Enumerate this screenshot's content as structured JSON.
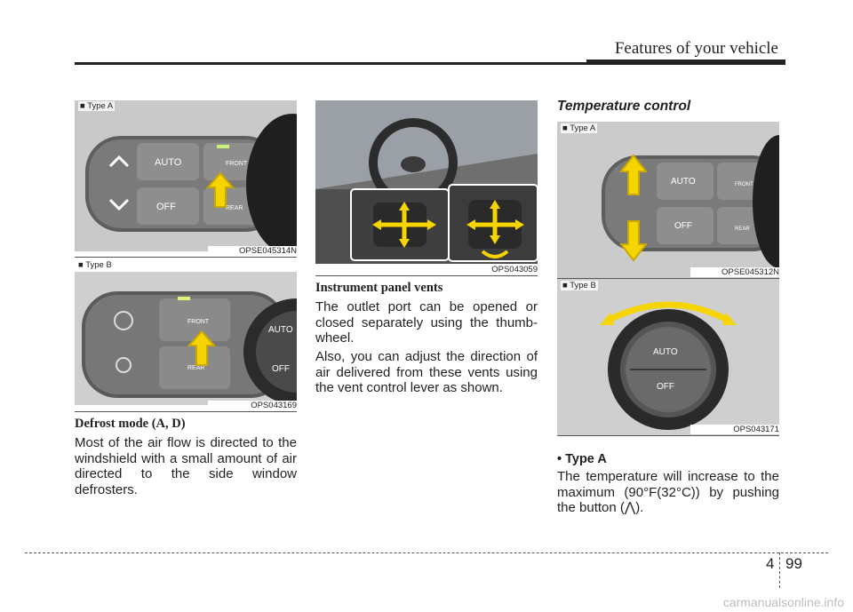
{
  "header": {
    "title": "Features of your vehicle"
  },
  "left": {
    "fig_a": {
      "tag": "■ Type A",
      "code": "OPSE045314N"
    },
    "fig_b": {
      "tag": "■ Type B",
      "code": "OPS043169"
    },
    "heading": "Defrost mode (A, D)",
    "text": "Most of the air flow is directed to the windshield with a small amount of air directed to the side window defrosters."
  },
  "middle": {
    "fig": {
      "code": "OPS043059"
    },
    "heading": "Instrument panel vents",
    "para1": "The outlet port can be opened or closed separately using the thumb-wheel.",
    "para2": "Also, you can adjust the direction of air delivered from these vents using the vent control lever as shown."
  },
  "right": {
    "heading": "Temperature control",
    "fig_a": {
      "tag": "■ Type A",
      "code": "OPSE045312N"
    },
    "fig_b": {
      "tag": "■ Type B",
      "code": "OPS043171"
    },
    "bullet": "• Type A",
    "text": "The temperature will increase to the maximum (90°F(32°C)) by pushing the button (⋀)."
  },
  "panel_labels": {
    "auto": "AUTO",
    "off": "OFF",
    "front": "FRONT",
    "rear": "REAR"
  },
  "footer": {
    "chapter": "4",
    "page": "99"
  },
  "watermark": "carmanualsonline.info",
  "colors": {
    "arrow": "#f5d400",
    "arrow_stroke": "#c9a800",
    "panel": "#6e6e6e",
    "background_photo": "#8c8c8c"
  }
}
